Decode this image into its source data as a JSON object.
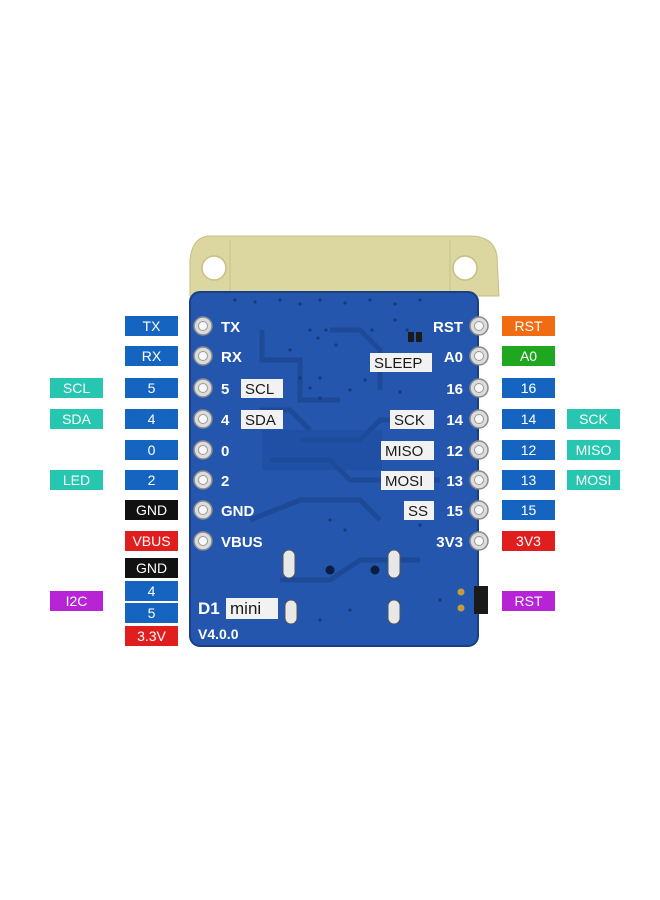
{
  "colors": {
    "blue": "#1565c0",
    "teal": "#26c6b0",
    "black": "#111111",
    "red": "#e01e1e",
    "green": "#1fa81f",
    "orange": "#ef6c12",
    "magenta": "#b624d6",
    "pcb": "#2456ae",
    "pcb_edge": "#1a3f86",
    "antenna": "#dcd7a0"
  },
  "board": {
    "left_pins": [
      "TX",
      "RX",
      "5",
      "4",
      "0",
      "2",
      "GND",
      "VBUS"
    ],
    "right_pins": [
      "RST",
      "A0",
      "16",
      "14",
      "12",
      "13",
      "15",
      "3V3"
    ],
    "box_labels": {
      "scl": "SCL",
      "sda": "SDA",
      "sleep": "SLEEP",
      "sck": "SCK",
      "miso": "MISO",
      "mosi": "MOSI",
      "ss": "SS"
    },
    "brand": "D1",
    "model": "mini",
    "version": "V4.0.0"
  },
  "labels": {
    "left_outer": {
      "tx": "TX",
      "rx": "RX",
      "p5": "5",
      "p4": "4",
      "p0": "0",
      "p2": "2",
      "gnd": "GND",
      "vbus": "VBUS"
    },
    "left_func": {
      "scl": "SCL",
      "sda": "SDA",
      "led": "LED"
    },
    "right_outer": {
      "rst": "RST",
      "a0": "A0",
      "p16": "16",
      "p14": "14",
      "p12": "12",
      "p13": "13",
      "p15": "15",
      "v3v3": "3V3"
    },
    "right_func": {
      "sck": "SCK",
      "miso": "MISO",
      "mosi": "MOSI"
    },
    "i2c_group": {
      "gnd": "GND",
      "p4": "4",
      "p5": "5",
      "v33": "3.3V",
      "name": "I2C"
    },
    "rst_button": "RST"
  }
}
